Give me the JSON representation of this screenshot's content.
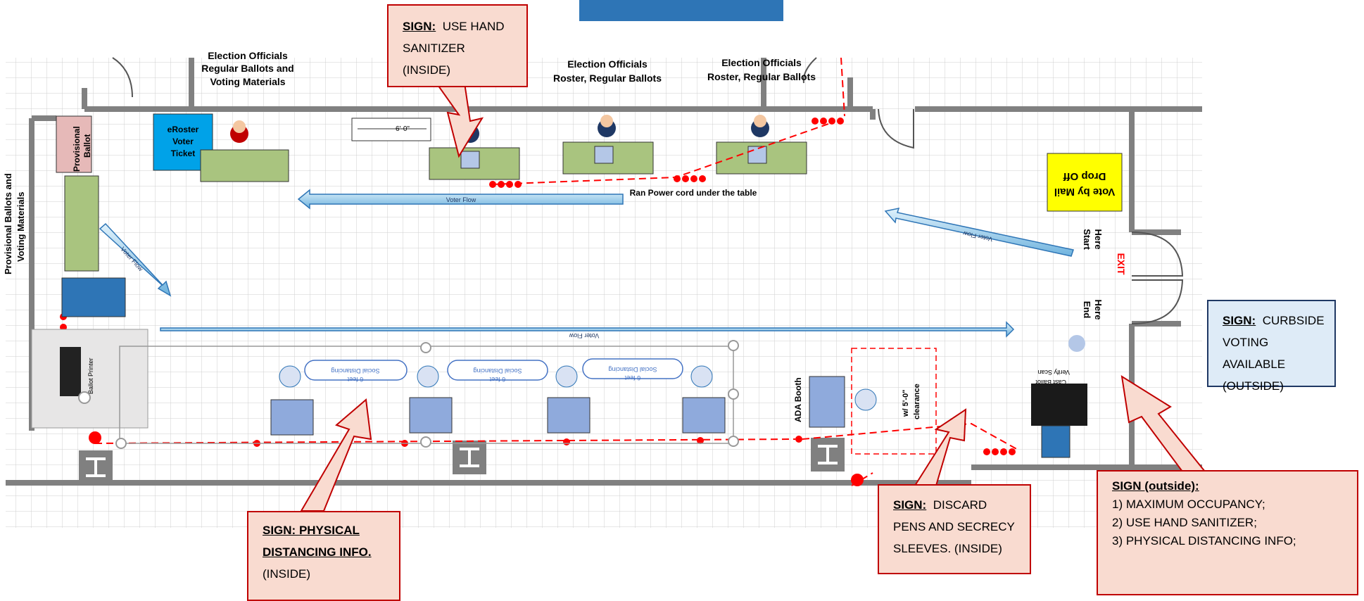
{
  "floorplan": {
    "labels": {
      "election_officials_regular": [
        "Election Officials",
        "Regular Ballots and",
        "Voting Materials"
      ],
      "election_officials_roster_1": [
        "Election Officials",
        "Roster, Regular Ballots"
      ],
      "election_officials_roster_2": [
        "Election Officials",
        "Roster, Regular Ballots"
      ],
      "provisional_ballot": [
        "Provisional",
        "Ballot"
      ],
      "eroster": [
        "eRoster",
        "Voter",
        "Ticket"
      ],
      "provisional_materials": [
        "Provisional Ballots and",
        "Voting Materials"
      ],
      "dimension": "6'-0\"",
      "power_cord": "Ran Power cord under the table",
      "voter_flow": "Voter Flow",
      "vote_by_mail": [
        "Vote by Mail",
        "Drop Off"
      ],
      "start_here": [
        "Start",
        "Here"
      ],
      "end_here": [
        "End",
        "Here"
      ],
      "exit": "EXIT",
      "ada_booth": "ADA Booth",
      "clearance": [
        "w/ 5'-0\"",
        "clearance"
      ],
      "social_distancing": [
        "6 feet",
        "Social Distancing"
      ],
      "cast_ballot": [
        "Cast Ballot",
        "Verify Scan"
      ],
      "ballot_printer": "Ballot Printer"
    }
  },
  "signs": {
    "sanitizer": {
      "heading": "SIGN:",
      "line1": "USE HAND",
      "line2": "SANITIZER",
      "line3": "(INSIDE)"
    },
    "distancing": {
      "heading": "SIGN: PHYSICAL",
      "line2": "DISTANCING INFO.",
      "line3": "(INSIDE)"
    },
    "discard": {
      "heading": "SIGN:",
      "line1": "DISCARD",
      "line2": "PENS AND SECRECY",
      "line3": "SLEEVES. (INSIDE)"
    },
    "curbside": {
      "heading": "SIGN:",
      "line1": "CURBSIDE",
      "line2": "VOTING AVAILABLE",
      "line3": "(OUTSIDE)"
    },
    "outside": {
      "heading": "SIGN (outside):",
      "item1": "1) MAXIMUM OCCUPANCY;",
      "item2": "2) USE HAND SANITIZER;",
      "item3": "3) PHYSICAL DISTANCING INFO;"
    }
  },
  "colors": {
    "sign_fill": "#f9dbd0",
    "sign_border": "#c00000",
    "blue_sign_fill": "#deebf7",
    "table": "#a9c47f",
    "header_bar": "#2e75b6",
    "eroster": "#00a2e8",
    "mail_box": "#ffff00"
  }
}
